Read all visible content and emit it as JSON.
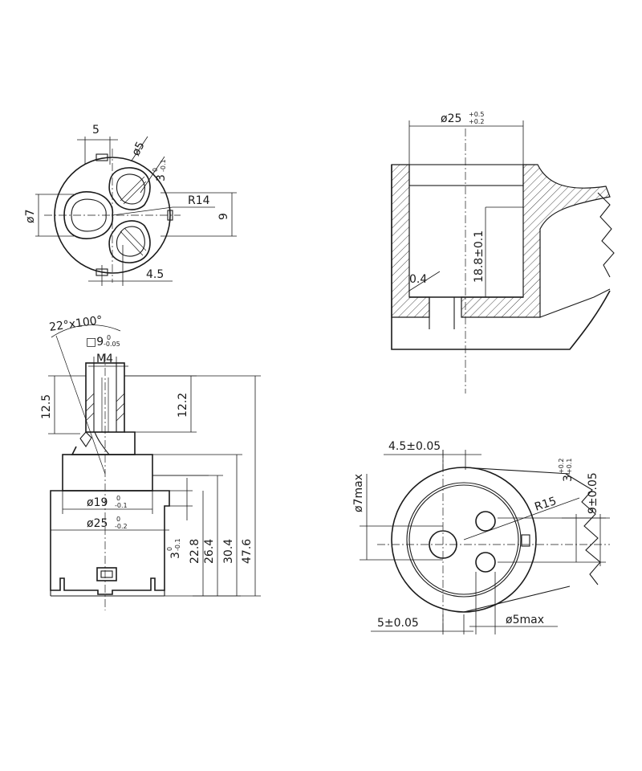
{
  "top_view": {
    "dim_width_5": "5",
    "dim_hole_dia": "ø5",
    "dim_depth_main": "3",
    "dim_depth_upper": "0",
    "dim_depth_lower": "-0.1",
    "dim_hole_left": "ø7",
    "dim_radius": "R14",
    "dim_9": "9",
    "dim_4_5": "4.5"
  },
  "side_view": {
    "dim_chamfer": "22°x100°",
    "dim_square_main": "□9",
    "dim_square_upper": "0",
    "dim_square_lower": "-0.05",
    "dim_thread": "M4",
    "dim_12_5": "12.5",
    "dim_12_2": "12.2",
    "dim_d19_main": "ø19",
    "dim_d19_upper": "0",
    "dim_d19_lower": "-0.1",
    "dim_d25_main": "ø25",
    "dim_d25_upper": "0",
    "dim_d25_lower": "-0.2",
    "dim_3_main": "3",
    "dim_3_upper": "0",
    "dim_3_lower": "-0.1",
    "dim_22_8": "22.8",
    "dim_26_4": "26.4",
    "dim_30_4": "30.4",
    "dim_47_6": "47.6"
  },
  "section_view": {
    "dim_d25_main": "ø25",
    "dim_d25_upper": "+0.5",
    "dim_d25_lower": "+0.2",
    "dim_18_8": "18.8±0.1",
    "dim_0_4": "0.4"
  },
  "seat_view": {
    "dim_4_5": "4.5±0.05",
    "dim_d7max": "ø7max",
    "dim_r15": "R15",
    "dim_3_main": "3",
    "dim_3_upper": "+0.2",
    "dim_3_lower": "+0.1",
    "dim_9": "9±0.05",
    "dim_5": "5±0.05",
    "dim_d5max": "ø5max"
  }
}
